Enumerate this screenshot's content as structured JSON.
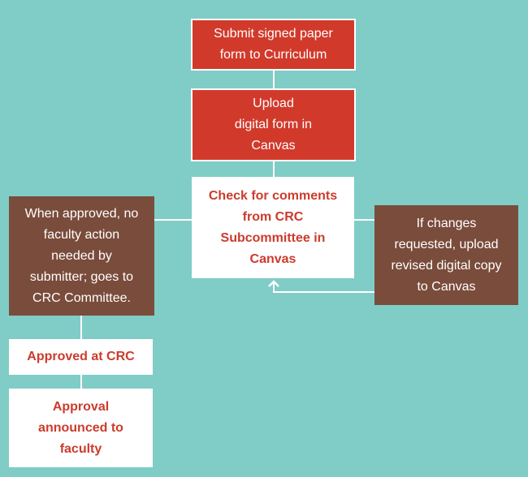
{
  "colors": {
    "background": "#7fcdc6",
    "red_box": "#d13a2b",
    "brown_box": "#7a4c3b",
    "white_box": "#ffffff",
    "red_text": "#cc3b2c",
    "connector": "#ffffff"
  },
  "nodes": {
    "submit_paper": "Submit signed paper\nform to Curriculum",
    "upload_digital": "Upload\ndigital form in\nCanvas",
    "check_comments": "Check for comments\nfrom CRC\nSubcommittee in\nCanvas",
    "when_approved": "When approved, no\nfaculty action\nneeded by\nsubmitter; goes to\nCRC Committee.",
    "if_changes": "If changes\nrequested, upload\nrevised digital copy\nto Canvas",
    "approved_crc": "Approved at CRC",
    "approval_announced": "Approval\nannounced to\nfaculty"
  }
}
